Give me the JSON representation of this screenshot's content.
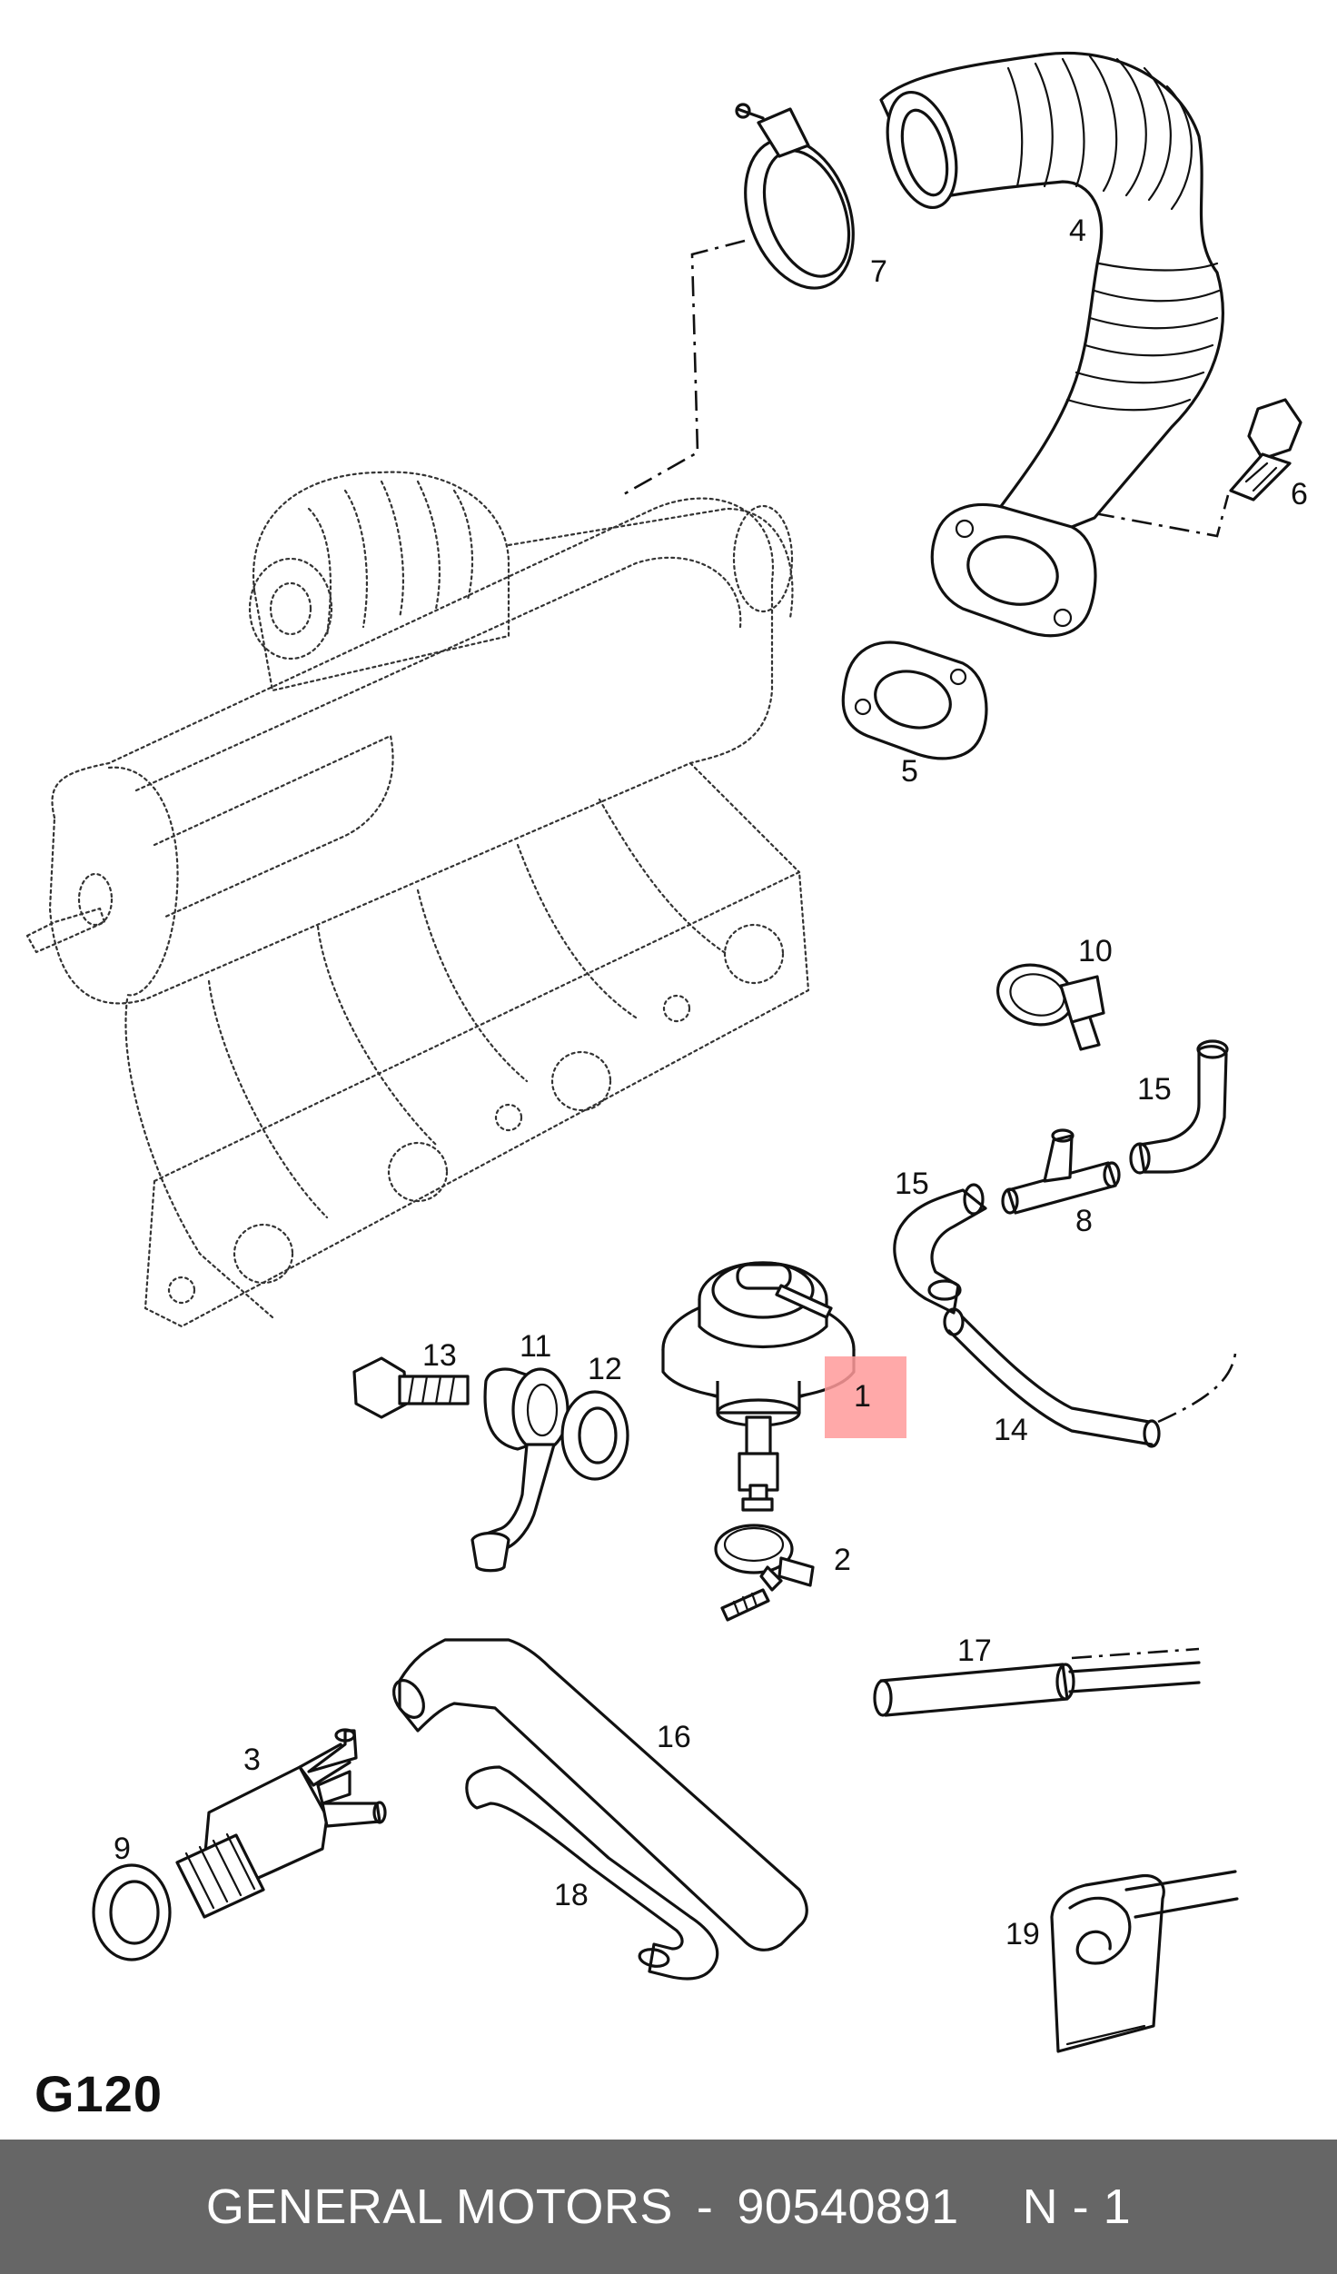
{
  "diagram": {
    "code": "G120",
    "highlight_color": "#ff9a9a",
    "highlighted_callout": "1",
    "callouts": {
      "c1": "1",
      "c2": "2",
      "c3": "3",
      "c4": "4",
      "c5": "5",
      "c6": "6",
      "c7": "7",
      "c8": "8",
      "c9": "9",
      "c10": "10",
      "c11": "11",
      "c12": "12",
      "c13": "13",
      "c14": "14",
      "c15a": "15",
      "c15b": "15",
      "c16": "16",
      "c17": "17",
      "c18": "18",
      "c19": "19"
    }
  },
  "footer": {
    "background": "#666666",
    "manufacturer": "GENERAL MOTORS",
    "dash": "-",
    "part_number": "90540891",
    "quantity": "N - 1"
  }
}
